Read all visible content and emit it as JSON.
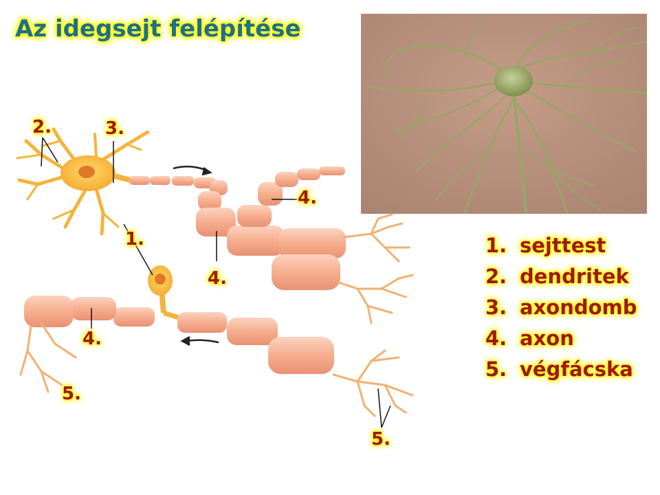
{
  "title": "Az idegsejt felépítése",
  "labels": {
    "dendrites_top": "2.",
    "axon_hillock_top": "3.",
    "cell_body": "1.",
    "axon_upper_right": "4.",
    "axon_middle": "4.",
    "axon_lower_left": "4.",
    "terminal_left": "5.",
    "terminal_right": "5."
  },
  "legend": [
    {
      "num": "1.",
      "text": "sejttest"
    },
    {
      "num": "2.",
      "text": "dendritek"
    },
    {
      "num": "3.",
      "text": "axondomb"
    },
    {
      "num": "4.",
      "text": "axon"
    },
    {
      "num": "5.",
      "text": "végfácska"
    }
  ],
  "colors": {
    "title": "#1f6f86",
    "label": "#a01818",
    "glow": "#ffff00",
    "neuron_body": "#f7b733",
    "myelin": "#f6b092",
    "photo_bg": "#b8917c",
    "photo_neuron": "#9aa866"
  }
}
